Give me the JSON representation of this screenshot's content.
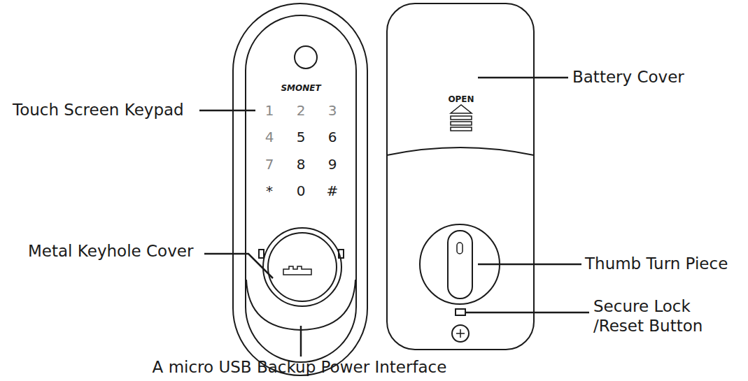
{
  "diagram": {
    "labels": [
      "Touch Screen Keypad",
      "Metal Keyhole Cover",
      "A micro USB Backup Power Interface",
      "Battery Cover",
      "Thumb Turn Piece",
      "Secure Lock /Reset Button",
      "SMONET",
      "1",
      "2",
      "3",
      "4",
      "5",
      "6",
      "7",
      "8",
      "9",
      "*",
      "0",
      "#",
      "OPEN"
    ]
  }
}
